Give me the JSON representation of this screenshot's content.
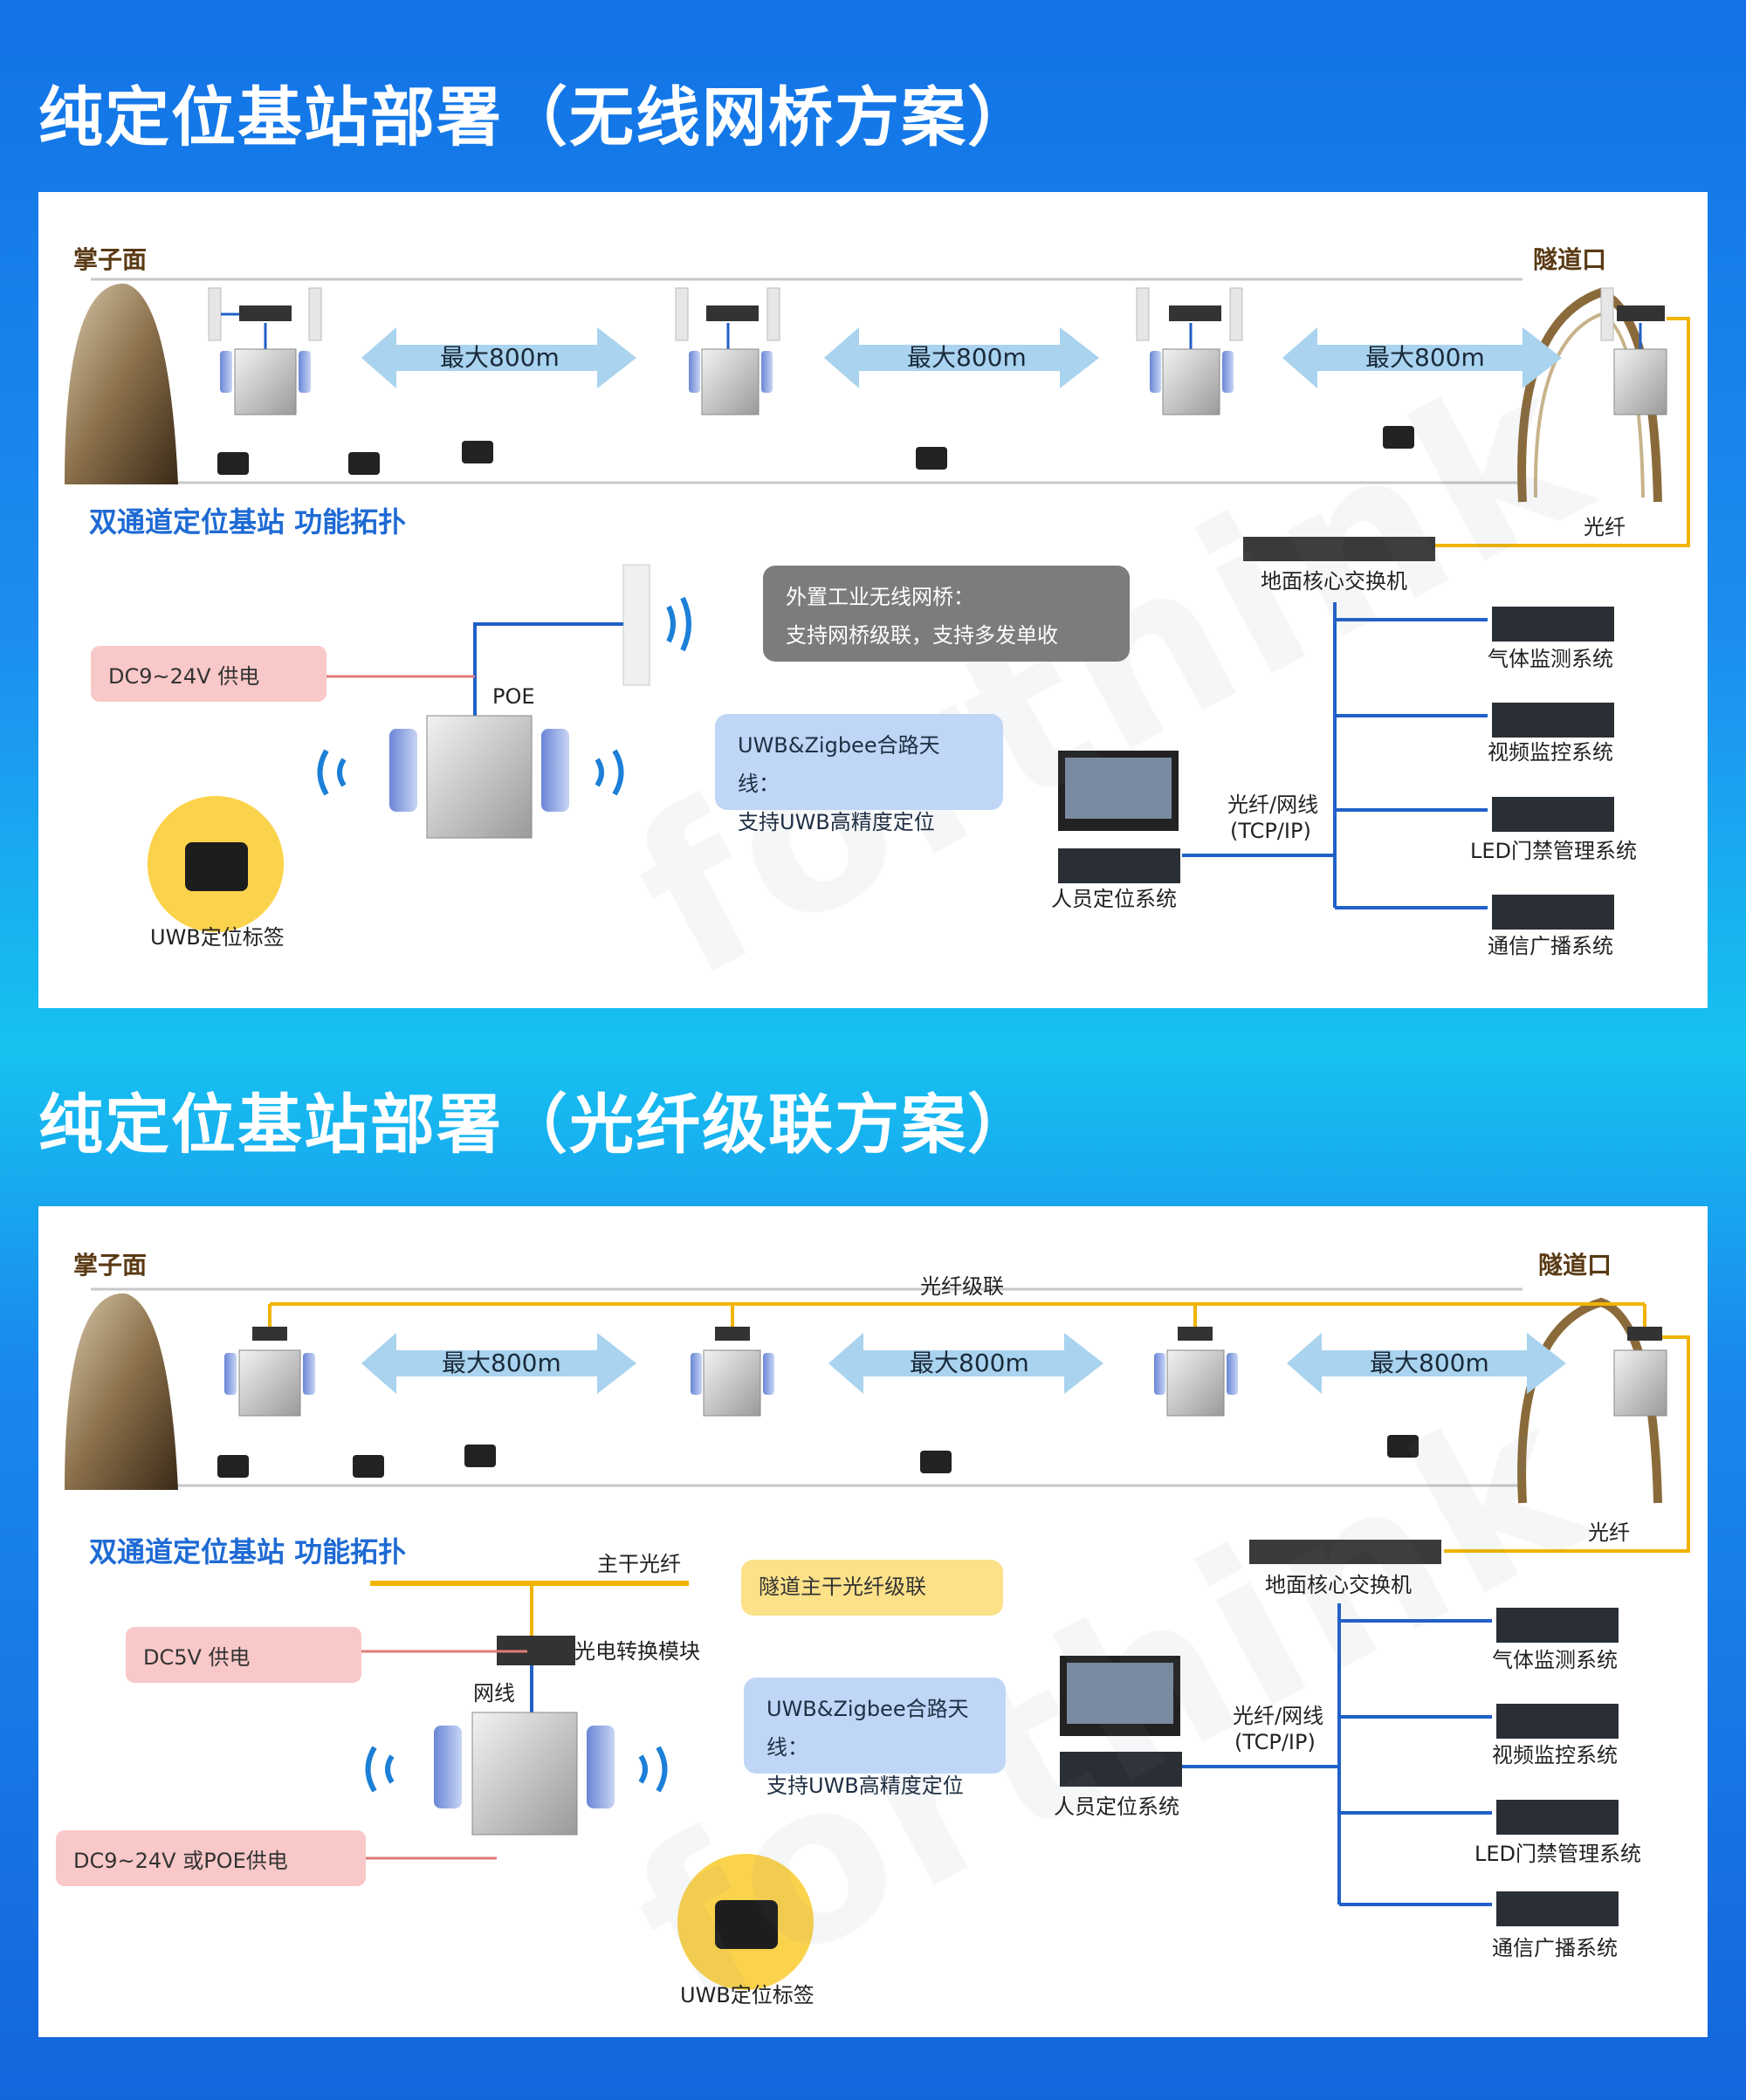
{
  "sections": [
    {
      "title": "纯定位基站部署（无线网桥方案）",
      "tunnel_face": "掌子面",
      "tunnel_exit": "隧道口",
      "distances": [
        "最大800m",
        "最大800m",
        "最大800m"
      ],
      "topology_title": "双通道定位基站  功能拓扑",
      "fiber_label": "光纤",
      "core_switch": "地面核心交换机",
      "link_label": [
        "光纤/网线",
        "(TCP/IP)"
      ],
      "positioning_system": "人员定位系统",
      "systems": [
        "气体监测系统",
        "视频监控系统",
        "LED门禁管理系统",
        "通信广播系统"
      ],
      "bridge_bubble": [
        "外置工业无线网桥：",
        "支持网桥级联，支持多发单收"
      ],
      "antenna_bubble": [
        "UWB&Zigbee合路天线：",
        "支持UWB高精度定位"
      ],
      "power_label": "DC9~24V  供电",
      "poe_label": "POE",
      "tag_label": "UWB定位标签"
    },
    {
      "title": "纯定位基站部署（光纤级联方案）",
      "tunnel_face": "掌子面",
      "tunnel_exit": "隧道口",
      "fiber_cascade": "光纤级联",
      "distances": [
        "最大800m",
        "最大800m",
        "最大800m"
      ],
      "topology_title": "双通道定位基站  功能拓扑",
      "fiber_label": "光纤",
      "core_switch": "地面核心交换机",
      "link_label": [
        "光纤/网线",
        "(TCP/IP)"
      ],
      "positioning_system": "人员定位系统",
      "systems": [
        "气体监测系统",
        "视频监控系统",
        "LED门禁管理系统",
        "通信广播系统"
      ],
      "trunk_label": "主干光纤",
      "trunk_bubble": "隧道主干光纤级联",
      "converter_label": "光电转换模块",
      "network_cable": "网线",
      "antenna_bubble": [
        "UWB&Zigbee合路天线：",
        "支持UWB高精度定位"
      ],
      "power_5v": "DC5V  供电",
      "power_label": "DC9~24V  或POE供电",
      "tag_label": "UWB定位标签"
    }
  ],
  "colors": {
    "fiber": "#f0b400",
    "network": "#2060c8",
    "power": "#e07a7a",
    "arrow": "#a9d3ef"
  }
}
